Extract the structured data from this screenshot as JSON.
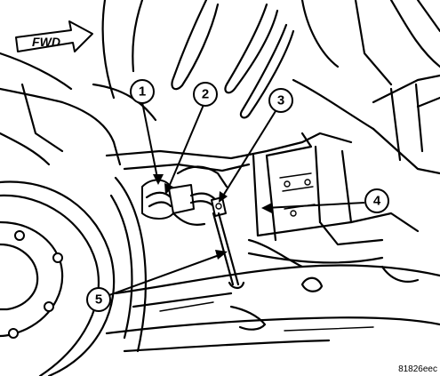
{
  "direction_label": "FWD",
  "figure_code": "81826eec",
  "callouts": [
    {
      "number": "1"
    },
    {
      "number": "2"
    },
    {
      "number": "3"
    },
    {
      "number": "4"
    },
    {
      "number": "5"
    }
  ]
}
